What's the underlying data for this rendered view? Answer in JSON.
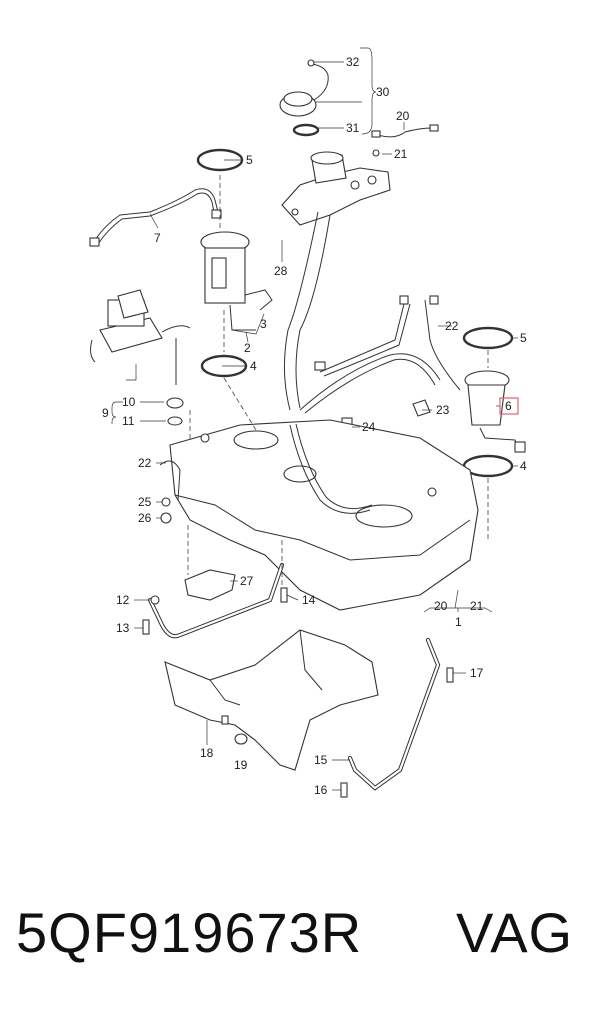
{
  "caption": {
    "part_number": "5QF919673R",
    "brand": "VAG"
  },
  "callouts": {
    "c32": "32",
    "c30": "30",
    "c31": "31",
    "c20a": "20",
    "c21a": "21",
    "c5a": "5",
    "c7": "7",
    "c28": "28",
    "c3": "3",
    "c2": "2",
    "c4a": "4",
    "c9": "9",
    "c10": "10",
    "c11": "11",
    "c22a": "22",
    "c5b": "5",
    "c6": "6",
    "c23": "23",
    "c24": "24",
    "c4b": "4",
    "c22b": "22",
    "c25": "25",
    "c26": "26",
    "c27": "27",
    "c12": "12",
    "c13": "13",
    "c14": "14",
    "c20b": "20",
    "c21b": "21",
    "c1": "1",
    "c17": "17",
    "c18": "18",
    "c19": "19",
    "c15": "15",
    "c16": "16"
  },
  "highlighted_callout": "6"
}
